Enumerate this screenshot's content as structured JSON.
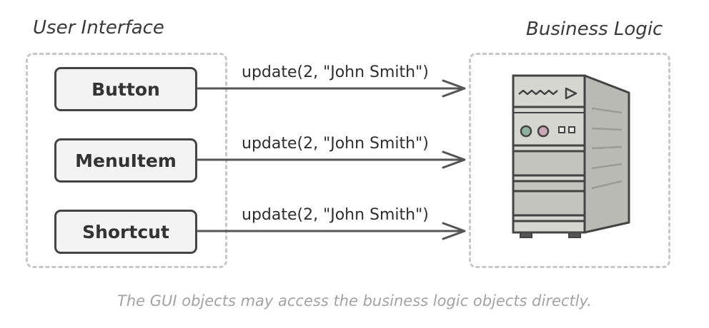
{
  "user_interface": {
    "title": "User Interface",
    "buttons": [
      {
        "label": "Button"
      },
      {
        "label": "MenuItem"
      },
      {
        "label": "Shortcut"
      }
    ]
  },
  "business_logic": {
    "title": "Business Logic",
    "icon": "server-tower-icon"
  },
  "calls": [
    {
      "label": "update(2, \"John Smith\")"
    },
    {
      "label": "update(2, \"John Smith\")"
    },
    {
      "label": "update(2, \"John Smith\")"
    }
  ],
  "caption": "The GUI objects may access the business logic objects directly.",
  "colors": {
    "stroke": "#444444",
    "dashed_border": "#c8c8c8",
    "button_fill": "#f3f3f3",
    "caption": "#a3a3a3",
    "server_front": "#d5d6cf",
    "server_side": "#b9bab3"
  }
}
